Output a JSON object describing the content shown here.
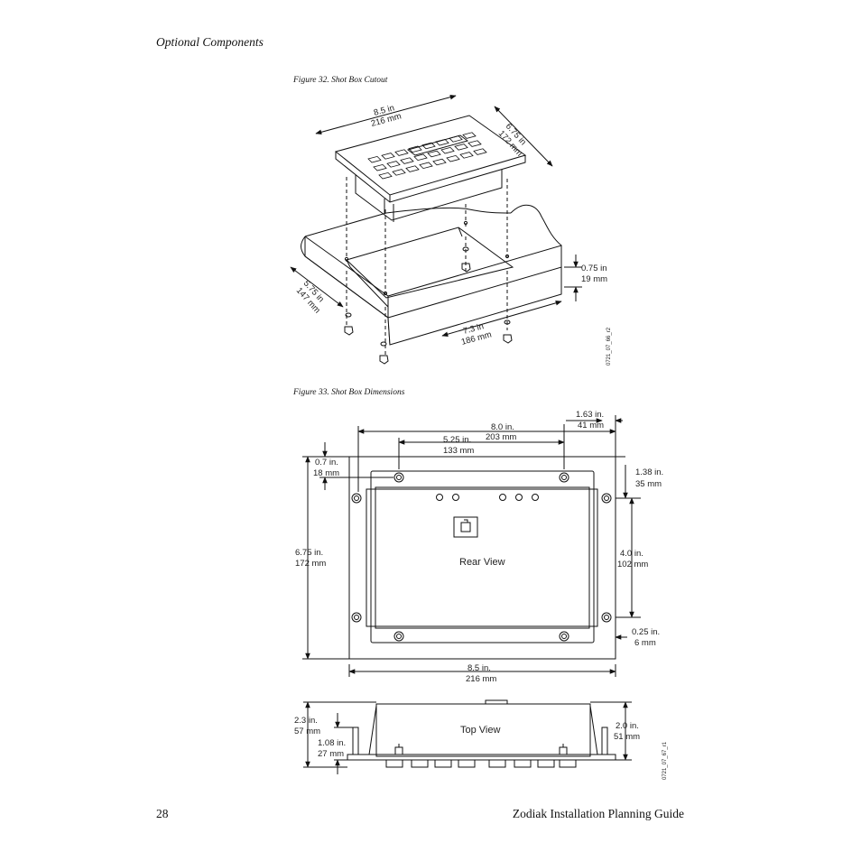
{
  "header": {
    "section_title": "Optional Components"
  },
  "figure32": {
    "caption": "Figure 32.  Shot Box Cutout",
    "dims": {
      "width_in": "8.5 in",
      "width_mm": "216 mm",
      "depth_in": "6.75 in",
      "depth_mm": "172 mm",
      "thickness_in": "0.75 in",
      "thickness_mm": "19 mm",
      "cut_depth_in": "5.75 in",
      "cut_depth_mm": "147 mm",
      "cut_width_in": "7.3 in",
      "cut_width_mm": "186 mm"
    },
    "drawing_id": "0721_07_66_r2"
  },
  "figure33": {
    "caption": "Figure 33.  Shot Box Dimensions",
    "rear": {
      "w8_in": "8.0 in.",
      "w8_mm": "203 mm",
      "w525_in": "5.25 in.",
      "w525_mm": "133 mm",
      "w163_in": "1.63 in.",
      "w163_mm": "41 mm",
      "h07_in": "0.7 in.",
      "h07_mm": "18 mm",
      "h138_in": "1.38 in.",
      "h138_mm": "35 mm",
      "h675_in": "6.75 in.",
      "h675_mm": "172 mm",
      "h40_in": "4.0 in.",
      "h40_mm": "102 mm",
      "h025_in": "0.25 in.",
      "h025_mm": "6 mm",
      "w85_in": "8.5 in.",
      "w85_mm": "216 mm",
      "view_label": "Rear View"
    },
    "top": {
      "h23_in": "2.3 in.",
      "h23_mm": "57 mm",
      "h108_in": "1.08 in.",
      "h108_mm": "27 mm",
      "h20_in": "2.0 in.",
      "h20_mm": "51 mm",
      "view_label": "Top View"
    },
    "drawing_id": "0721_07_67_r1"
  },
  "footer": {
    "page_number": "28",
    "doc_title": "Zodiak Installation Planning Guide"
  }
}
